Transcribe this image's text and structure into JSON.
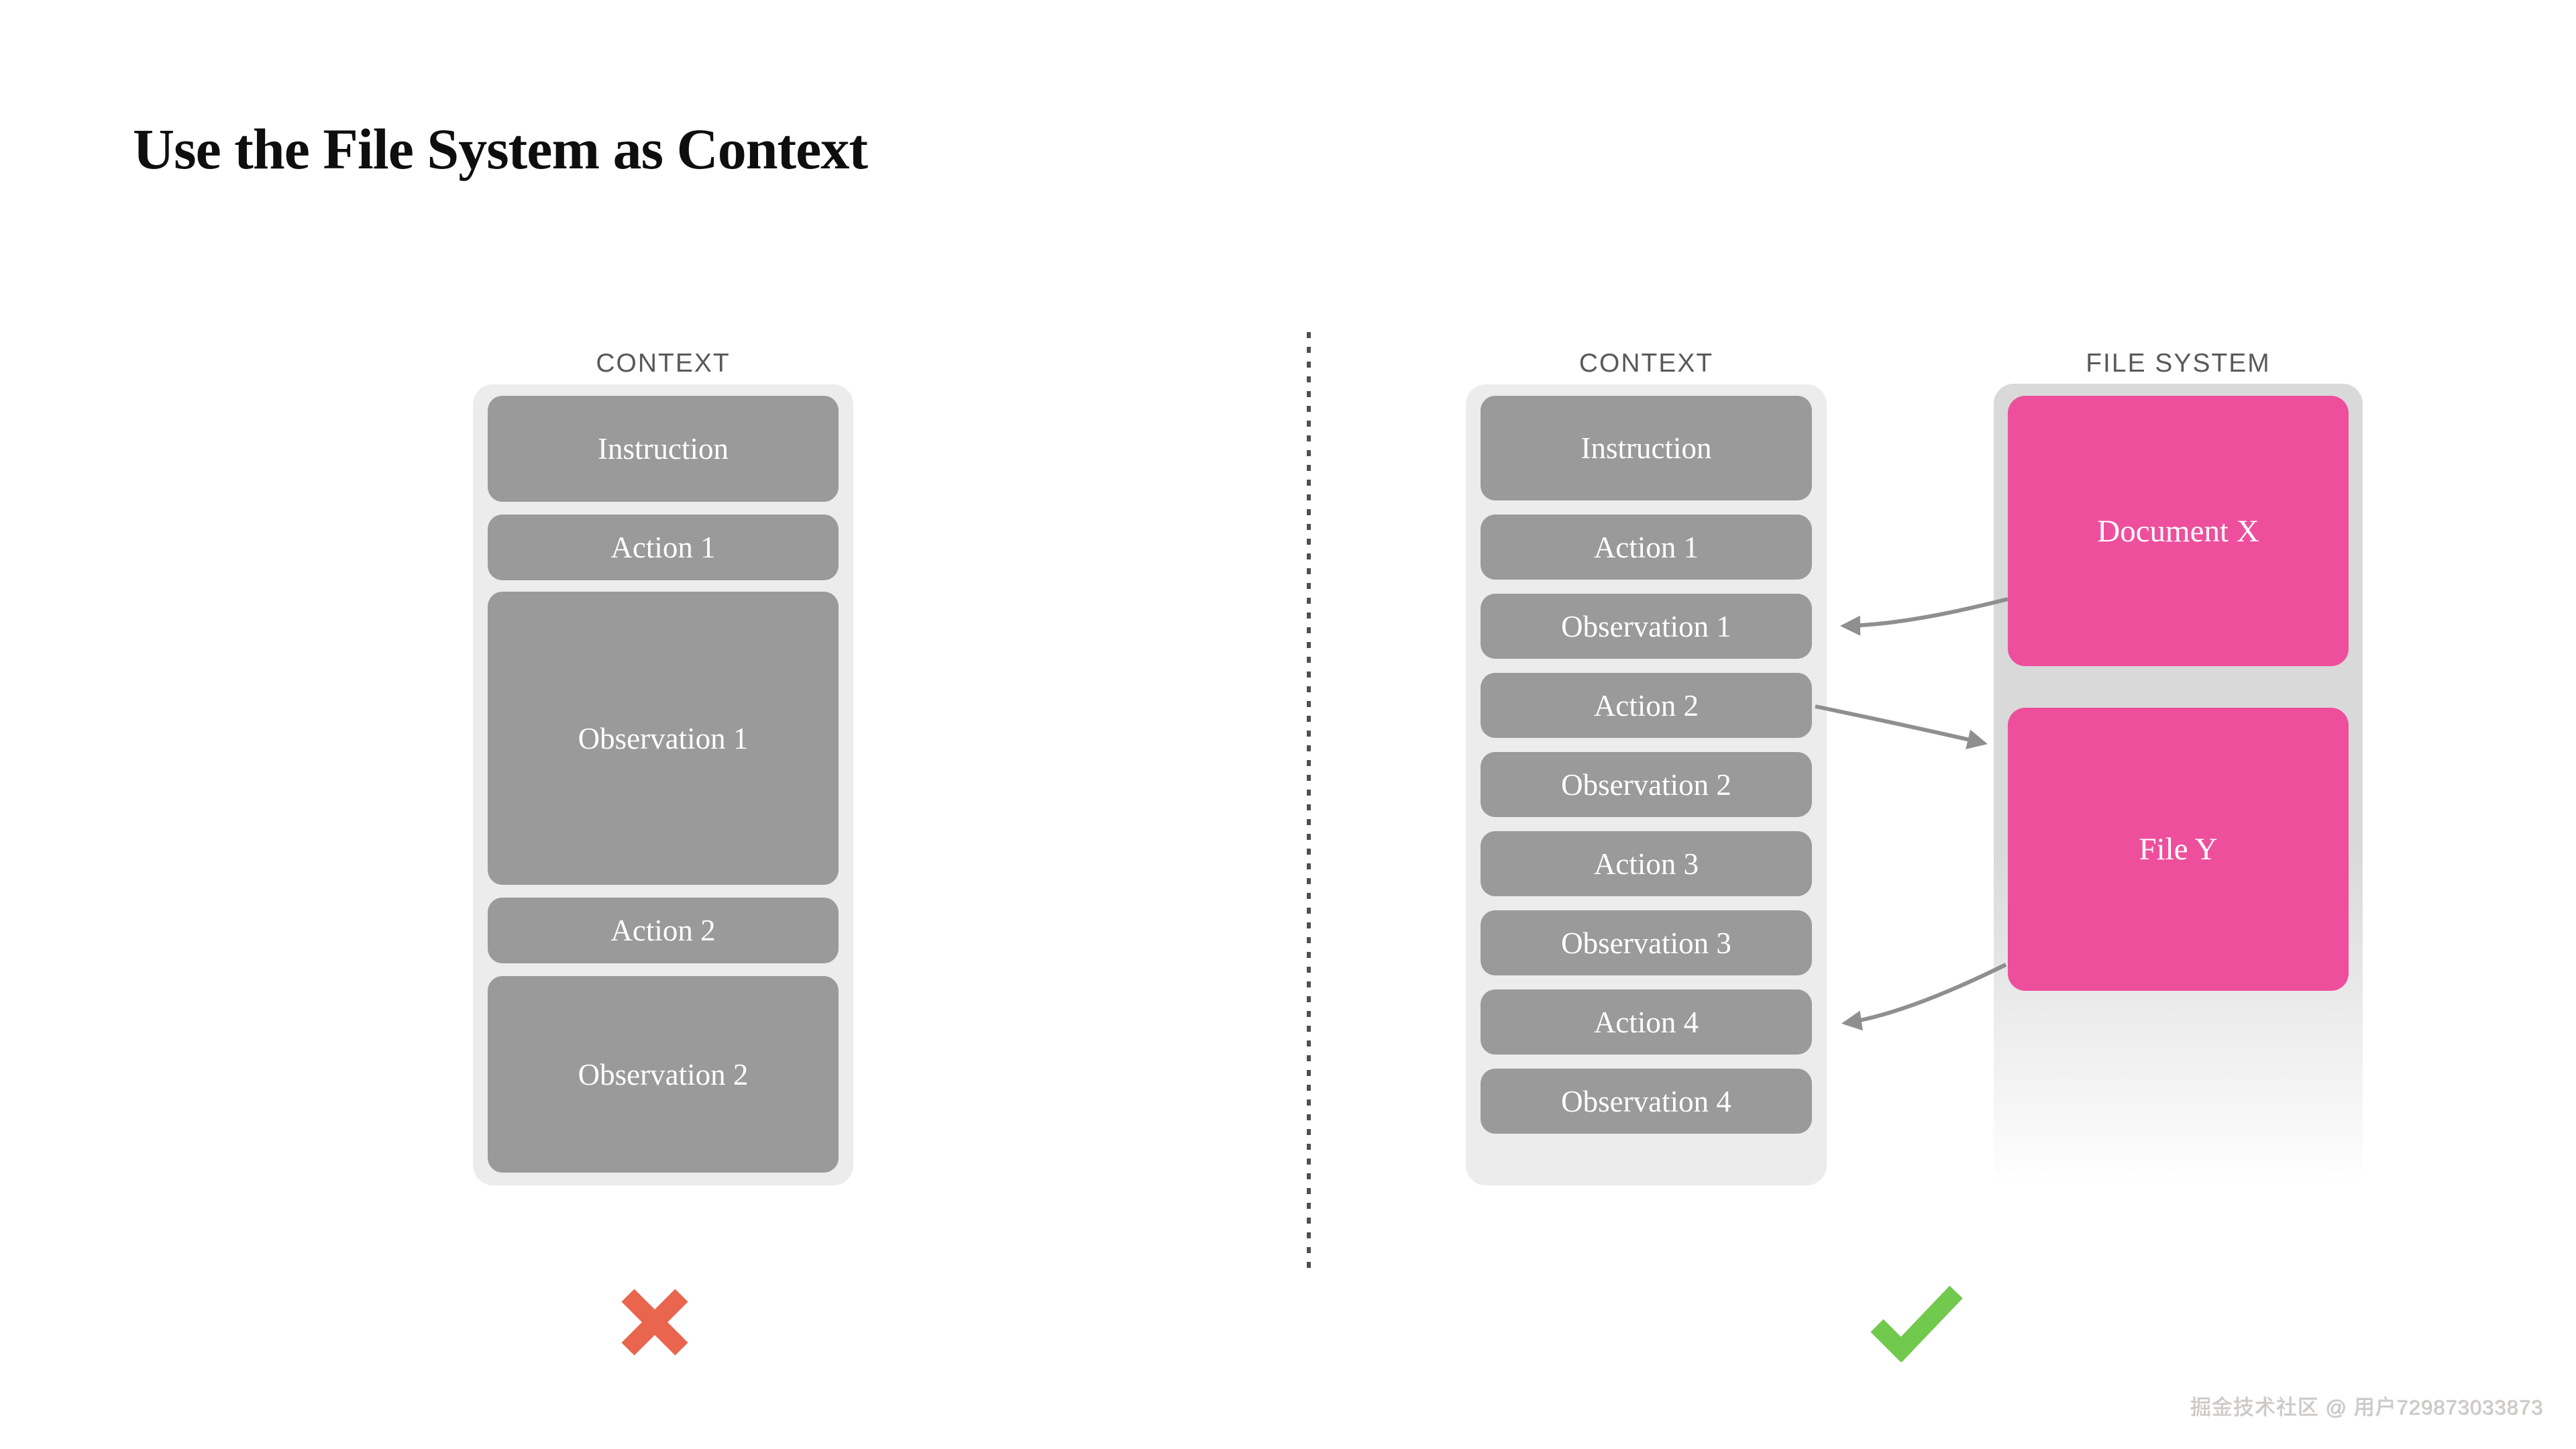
{
  "page": {
    "title": "Use the File System as Context",
    "watermark": "掘金技术社区 @ 用户729873033873"
  },
  "colors": {
    "background": "#ffffff",
    "panel_gray": "#ececec",
    "box_gray": "#9a9a9a",
    "file_system_container_gray": "#d9d9d9",
    "pink": "#ee4f9d",
    "arrow_gray": "#8f8f8f",
    "divider_gray": "#4f4f4f",
    "header_text": "#58595b",
    "cross_red": "#e9654e",
    "check_green": "#71c94d"
  },
  "left_panel": {
    "header": "CONTEXT",
    "verdict": "rejected",
    "boxes": [
      {
        "label": "Instruction"
      },
      {
        "label": "Action 1"
      },
      {
        "label": "Observation 1"
      },
      {
        "label": "Action 2"
      },
      {
        "label": "Observation 2"
      }
    ]
  },
  "right_panel": {
    "header": "CONTEXT",
    "verdict": "approved",
    "boxes": [
      {
        "label": "Instruction"
      },
      {
        "label": "Action 1"
      },
      {
        "label": "Observation 1"
      },
      {
        "label": "Action 2"
      },
      {
        "label": "Observation 2"
      },
      {
        "label": "Action 3"
      },
      {
        "label": "Observation 3"
      },
      {
        "label": "Action 4"
      },
      {
        "label": "Observation 4"
      }
    ]
  },
  "file_system_panel": {
    "header": "FILE SYSTEM",
    "boxes": [
      {
        "label": "Document X"
      },
      {
        "label": "File Y"
      }
    ]
  },
  "arrows": [
    {
      "from": "Document X",
      "to": "Observation 1"
    },
    {
      "from": "Action 2",
      "to": "File Y"
    },
    {
      "from": "File Y",
      "to": "Action 4"
    }
  ]
}
